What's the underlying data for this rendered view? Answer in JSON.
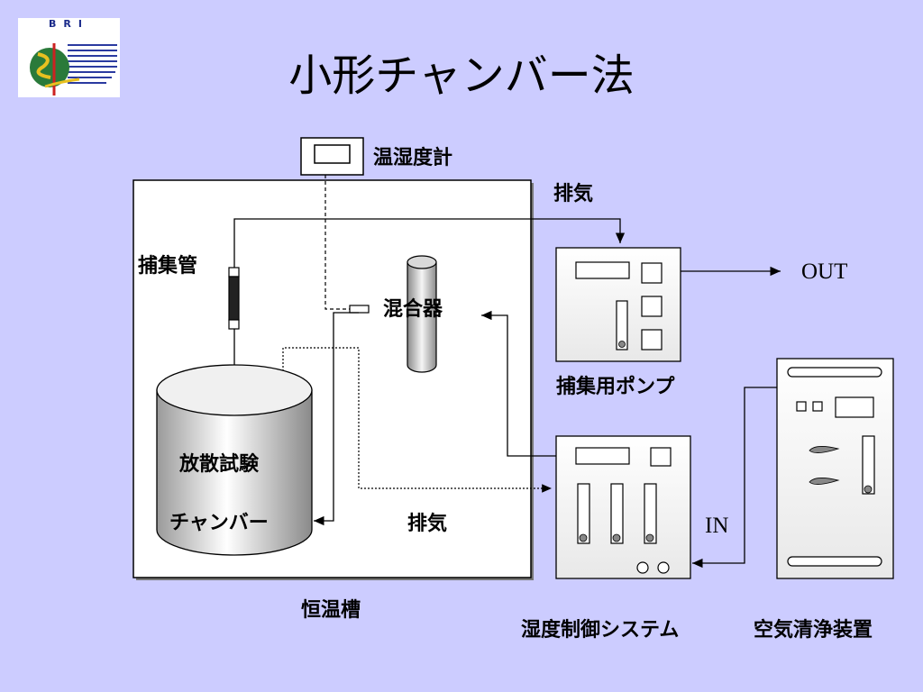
{
  "slide": {
    "title": "小形チャンバー法",
    "logo_letters": "BRI"
  },
  "labels": {
    "hygrometer": "温湿度計",
    "exhaust_top": "排気",
    "collection_tube": "捕集管",
    "mixer": "混合器",
    "chamber_line1": "放散試験",
    "chamber_line2": "チャンバー",
    "exhaust_inner": "排気",
    "thermostat_bath": "恒温槽",
    "pump": "捕集用ポンプ",
    "out": "OUT",
    "in": "IN",
    "humidity_control": "湿度制御システム",
    "air_purifier": "空気清浄装置"
  },
  "colors": {
    "background": "#ccccff",
    "equipment_fill": "#f2f2f2",
    "line": "#000000"
  }
}
